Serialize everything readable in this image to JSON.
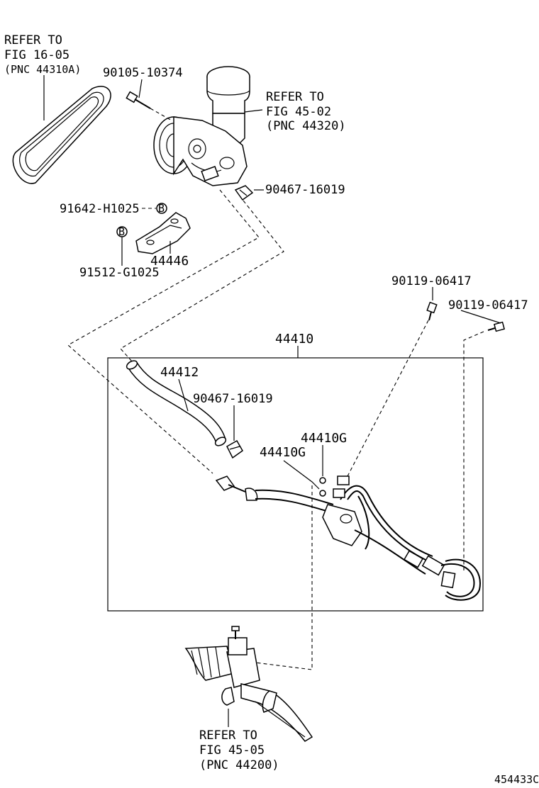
{
  "refs": {
    "belt": [
      "REFER TO",
      "FIG 16-05",
      "(PNC 44310A)"
    ],
    "pump": [
      "REFER TO",
      "FIG 45-02",
      "(PNC 44320)"
    ],
    "gear": [
      "REFER TO",
      "FIG 45-05",
      "(PNC 44200)"
    ]
  },
  "parts": {
    "bolt_pump": "90105-10374",
    "clip_top": "90467-16019",
    "bolt_b": "91642-H1025",
    "bracket": "44446",
    "bolt_b2": "91512-G1025",
    "union_bolt_1": "90119-06417",
    "union_bolt_2": "90119-06417",
    "hose_assembly": "44410",
    "return_hose": "44412",
    "clip_inner": "90467-16019",
    "gasket_1": "44410G",
    "gasket_2": "44410G"
  },
  "markers": {
    "b": "B"
  },
  "footer": {
    "code": "454433C"
  }
}
